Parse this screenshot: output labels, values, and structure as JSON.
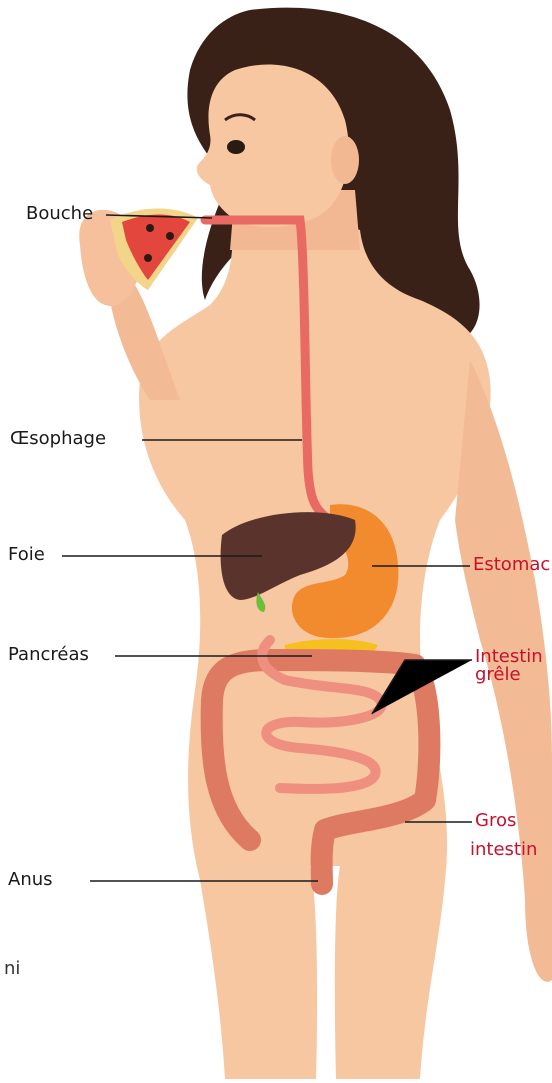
{
  "labels": {
    "bouche": "Bouche",
    "oesophage": "Œsophage",
    "foie": "Foie",
    "estomac": "Estomac",
    "pancreas": "Pancréas",
    "intestin_grele_line1": "Intestin",
    "intestin_grele_line2": "grêle",
    "gros_intestin_line1": "Gros",
    "gros_intestin_line2": "intestin",
    "anus": "Anus"
  },
  "stray_text": "ni",
  "colors": {
    "skin": "#f7c7a2",
    "skin_shadow": "#eeae86",
    "hair": "#3a2118",
    "esophagus": "#e86a62",
    "liver": "#5a342c",
    "stomach": "#f28a2e",
    "pancreas": "#f6c020",
    "small_intestine": "#ee8f80",
    "large_intestine": "#de7a62",
    "pizza_crust": "#f3d58a",
    "pizza_sauce": "#e2463c",
    "leader_line": "#1a1a1a",
    "label_red": "#c8102e"
  }
}
